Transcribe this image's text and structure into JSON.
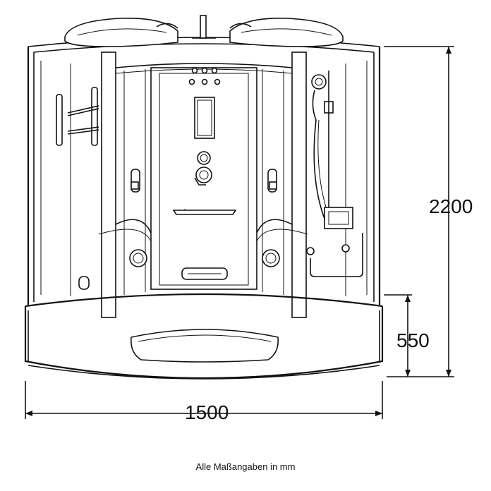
{
  "dimensions": {
    "height_total": "2200",
    "height_tray": "550",
    "width": "1500"
  },
  "footnote": "Alle Maßangaben in mm",
  "colors": {
    "line": "#111111",
    "background": "#ffffff"
  }
}
